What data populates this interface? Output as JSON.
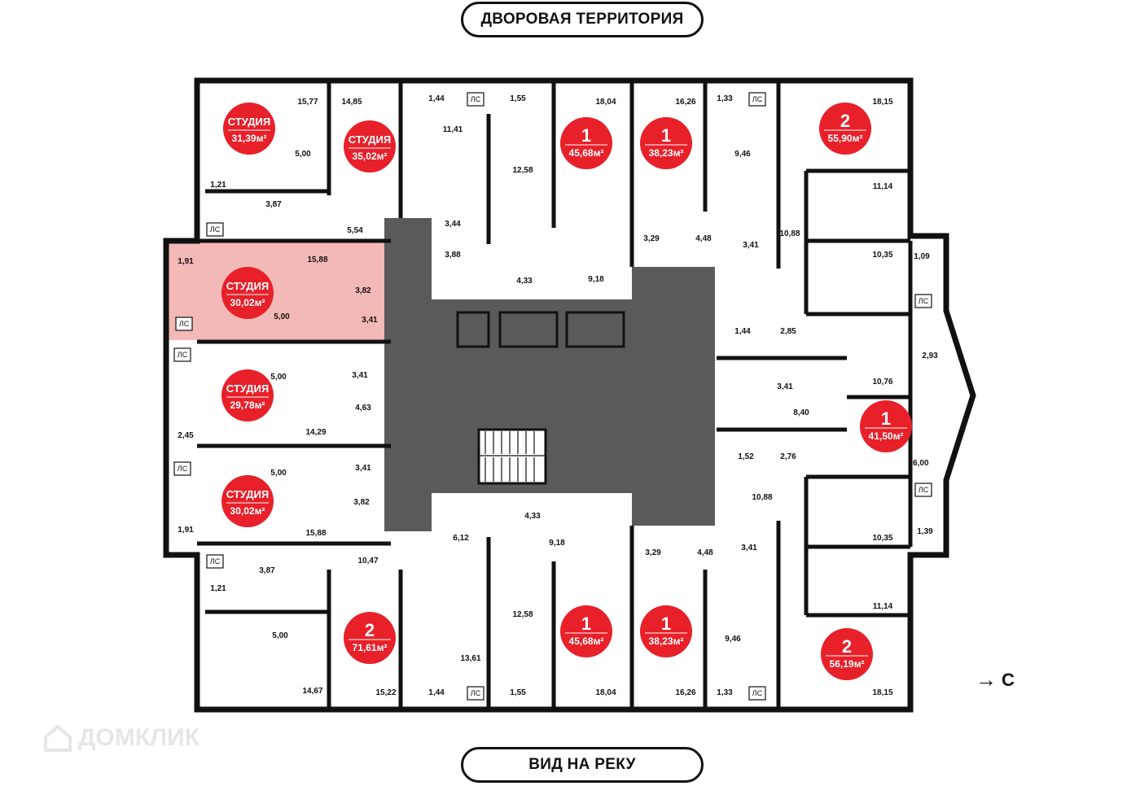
{
  "labels": {
    "top": "ДВОРОВАЯ ТЕРРИТОРИЯ",
    "bottom": "ВИД НА РЕКУ",
    "compass": "С",
    "watermark": "ДОМКЛИК",
    "ls": "ЛС"
  },
  "colors": {
    "wall": "#111111",
    "core": "#5a5a5a",
    "badge": "#e8202a",
    "highlight": "#f3b8b8"
  },
  "badges": [
    {
      "type": "СТУДИЯ",
      "area": "31,39м²"
    },
    {
      "type": "СТУДИЯ",
      "area": "35,02м²"
    },
    {
      "type": "1",
      "area": "45,68м²"
    },
    {
      "type": "1",
      "area": "38,23м²"
    },
    {
      "type": "2",
      "area": "55,90м²"
    },
    {
      "type": "СТУДИЯ",
      "area": "30,02м²"
    },
    {
      "type": "СТУДИЯ",
      "area": "29,78м²"
    },
    {
      "type": "СТУДИЯ",
      "area": "30,02м²"
    },
    {
      "type": "1",
      "area": "41,50м²"
    },
    {
      "type": "2",
      "area": "71,61м²"
    },
    {
      "type": "1",
      "area": "45,68м²"
    },
    {
      "type": "1",
      "area": "38,23м²"
    },
    {
      "type": "2",
      "area": "56,19м²"
    }
  ],
  "rooms": [
    "15,77",
    "14,85",
    "1,44",
    "1,55",
    "18,04",
    "16,26",
    "1,33",
    "18,15",
    "5,00",
    "11,41",
    "12,58",
    "9,46",
    "1,21",
    "3,87",
    "3,44",
    "11,14",
    "5,54",
    "3,88",
    "4,33",
    "3,29",
    "4,48",
    "3,41",
    "10,88",
    "10,35",
    "1,91",
    "15,88",
    "3,82",
    "3,41",
    "5,00",
    "9,18",
    "1,09",
    "1,44",
    "2,85",
    "2,93",
    "5,00",
    "3,41",
    "3,41",
    "10,76",
    "4,63",
    "8,40",
    "14,29",
    "2,45",
    "1,52",
    "2,76",
    "16,00",
    "5,00",
    "3,41",
    "3,82",
    "4,33",
    "10,88",
    "15,88",
    "6,12",
    "1,91",
    "9,18",
    "10,35",
    "1,39",
    "3,29",
    "4,48",
    "3,41",
    "3,87",
    "10,47",
    "1,21",
    "11,14",
    "12,58",
    "5,00",
    "9,46",
    "13,61",
    "14,67",
    "15,22",
    "1,44",
    "1,55",
    "18,04",
    "16,26",
    "1,33",
    "18,15"
  ]
}
